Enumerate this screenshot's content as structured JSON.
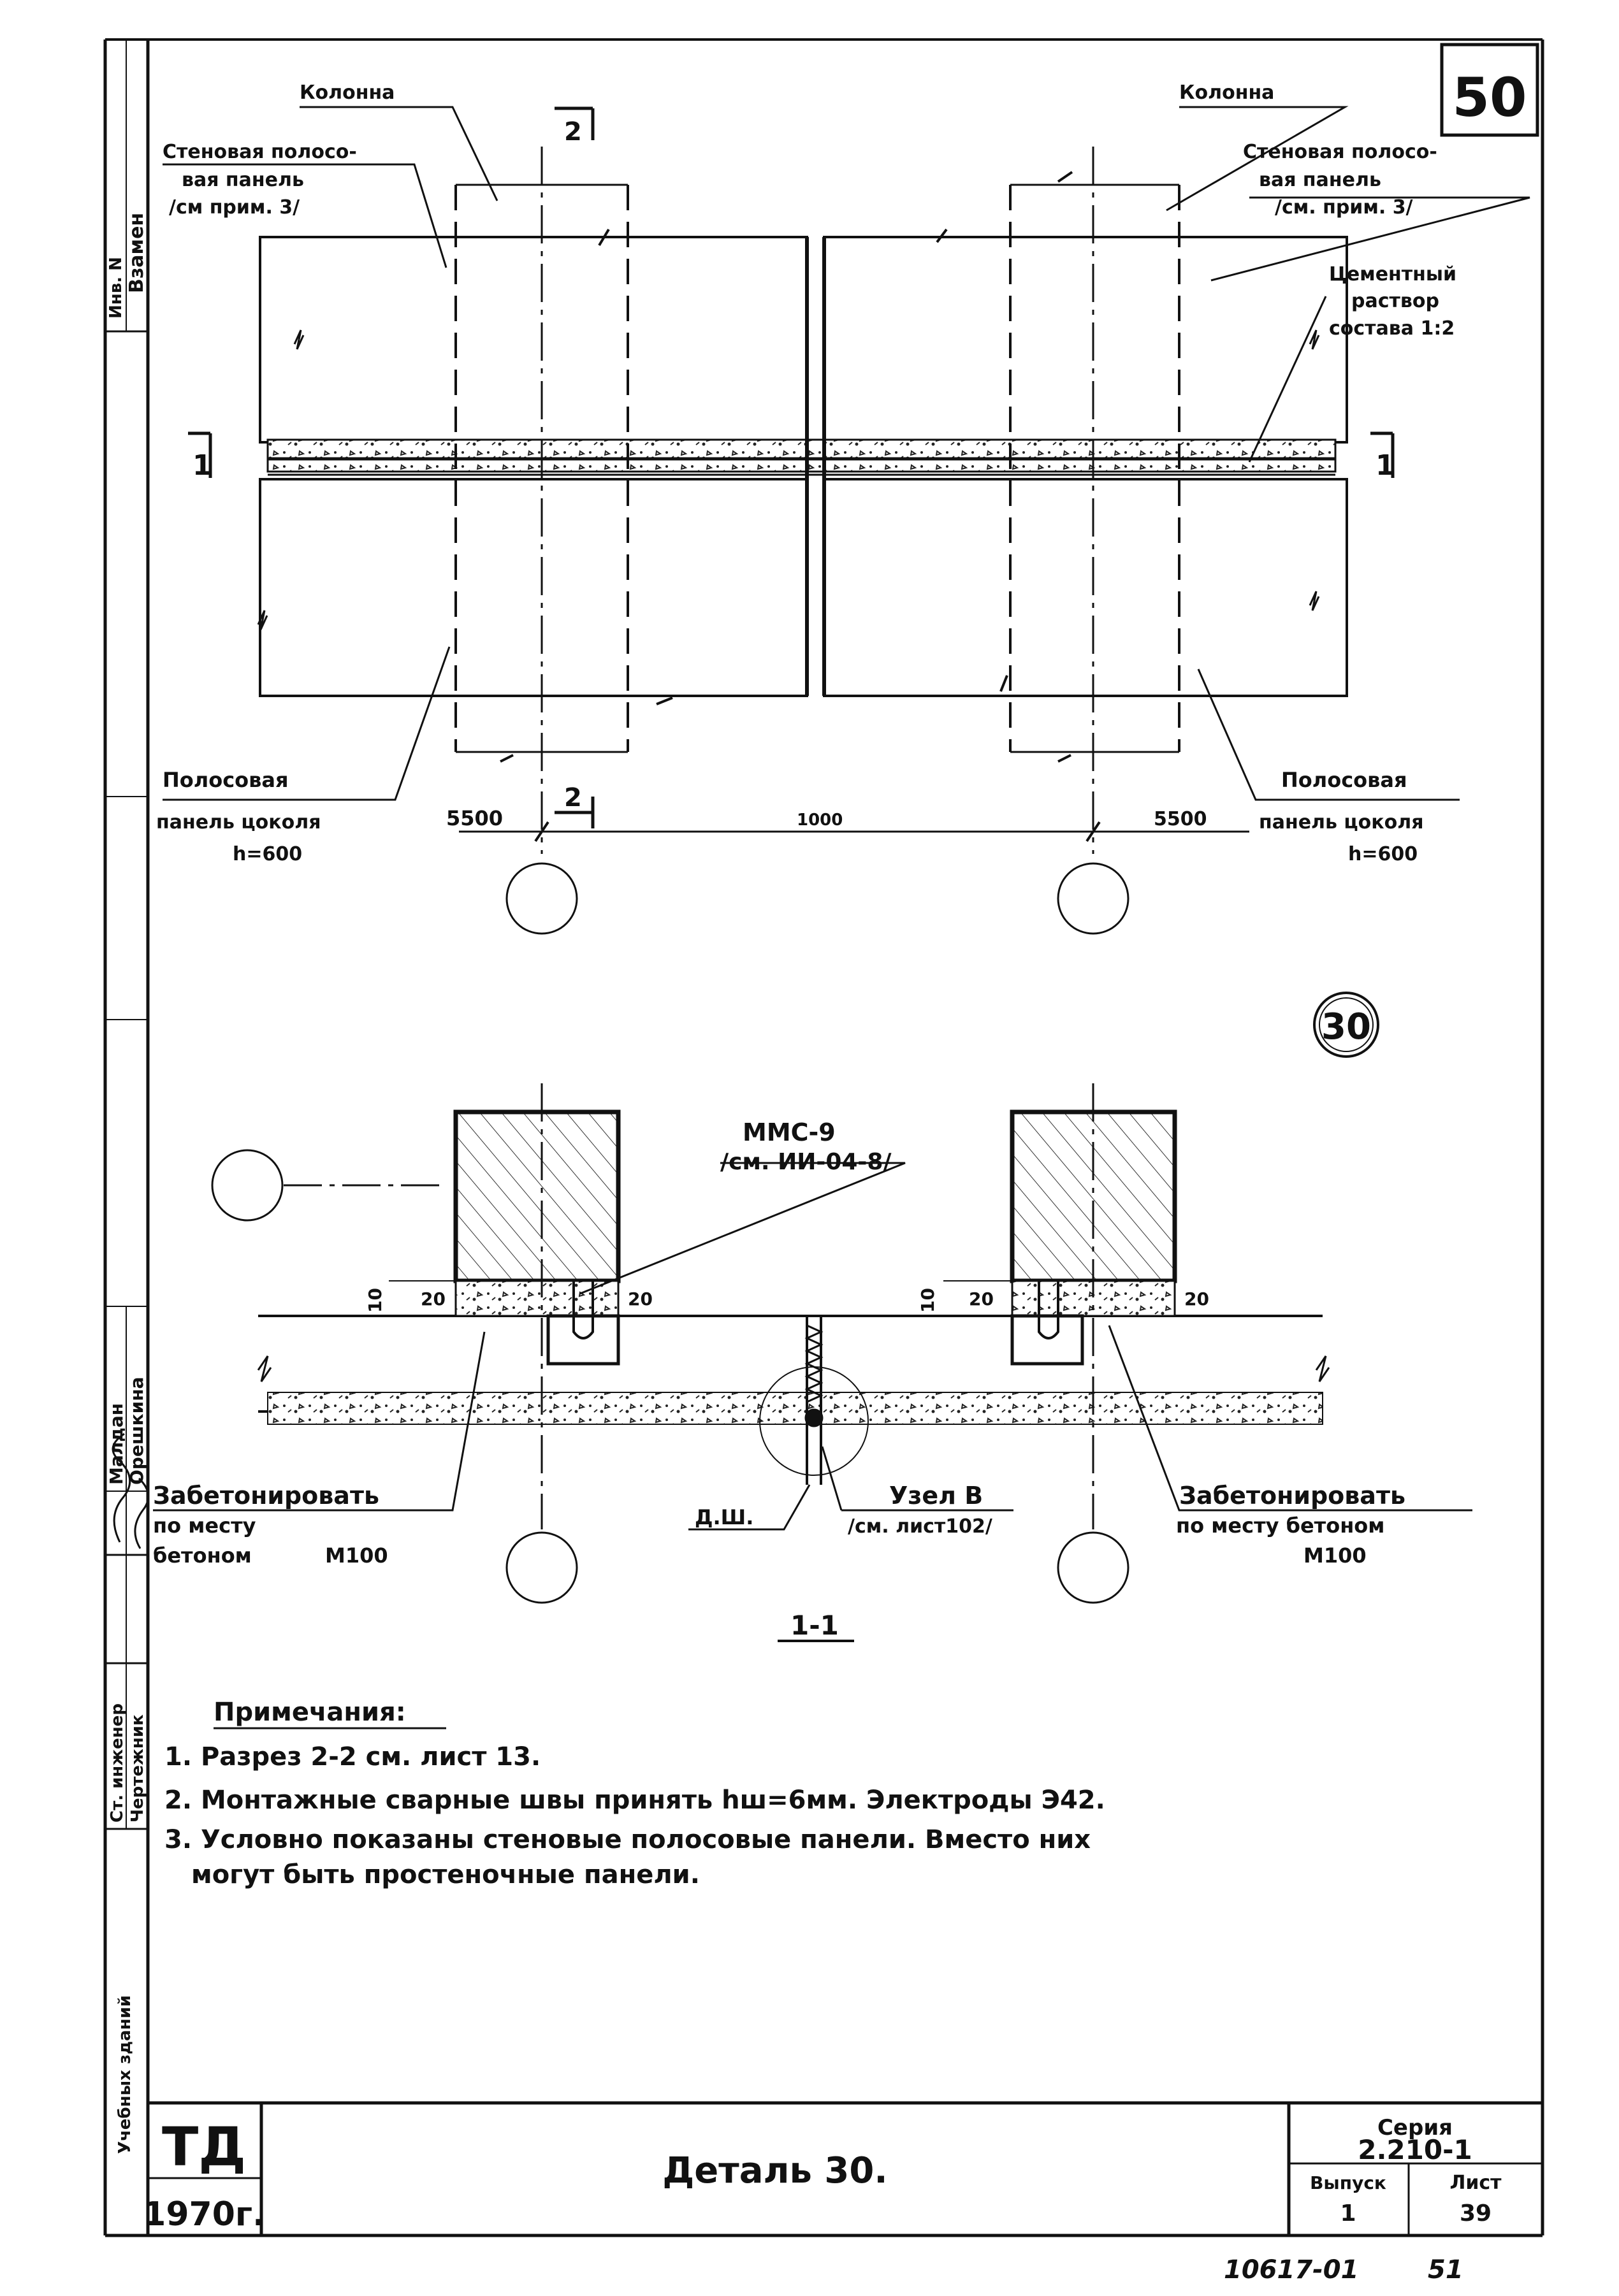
{
  "sheet_number": "50",
  "drawing": {
    "top_labels": {
      "column_left": "Колонна",
      "column_right": "Колонна",
      "wall_panel_left_l1": "Стеновая полосо-",
      "wall_panel_left_l2": "вая панель",
      "wall_panel_left_l3": "/см прим. 3/",
      "wall_panel_right_l1": "Стеновая полосо-",
      "wall_panel_right_l2": "вая панель",
      "wall_panel_right_l3": "/см. прим. 3/",
      "mortar_l1": "Цементный",
      "mortar_l2": "раствор",
      "mortar_l3": "состава 1:2",
      "plinth_left_l1": "Полосовая",
      "plinth_left_l2": "панель цоколя",
      "plinth_left_l3": "h=600",
      "plinth_right_l1": "Полосовая",
      "plinth_right_l2": "панель цоколя",
      "plinth_right_l3": "h=600",
      "section_2_top": "2",
      "section_2_bottom": "2",
      "section_1_left": "1",
      "section_1_right": "1",
      "dim_left": "5500",
      "dim_mid": "1000",
      "dim_right": "5500"
    },
    "section": {
      "detail_mark": "30",
      "embed_l1": "ММС-9",
      "embed_l2": "/см. ИИ-04-8/",
      "dim_10_left": "10",
      "dim_20_a": "20",
      "dim_20_b": "20",
      "dim_10_right": "10",
      "dim_20_c": "20",
      "dim_20_d": "20",
      "concrete_left_l1": "Забетонировать",
      "concrete_left_l2": "по месту",
      "concrete_left_l3": "бетоном",
      "concrete_left_l4": "М100",
      "concrete_right_l1": "Забетонировать",
      "concrete_right_l2": "по месту бетоном",
      "concrete_right_l3": "М100",
      "node_l1": "Узел В",
      "node_l2": "/см. лист102/",
      "joint_label": "Д.Ш.",
      "section_title": "1-1"
    }
  },
  "notes": {
    "heading": "Примечания:",
    "items": [
      "1. Разрез 2-2 см. лист 13.",
      "2. Монтажные сварные швы принять hш=6мм. Электроды Э42.",
      "3. Условно показаны стеновые полосовые панели. Вместо них",
      "могут быть простеночные панели."
    ]
  },
  "left_margin": {
    "inv_label": "Инв. N",
    "vzamen": "Взамен",
    "eng_role": "Ст. инженер",
    "eng_name": "Малдан",
    "draft_role": "Чертежник",
    "draft_name": "Орешкина",
    "building_type": "Учебных зданий"
  },
  "title_block": {
    "org_stamp": "ТД",
    "year": "1970г.",
    "title": "Деталь 30.",
    "series_label": "Серия",
    "series_value": "2.210-1",
    "issue_label": "Выпуск",
    "issue_value": "1",
    "sheet_label": "Лист",
    "sheet_value": "39"
  },
  "footer": {
    "doc_code": "10617-01",
    "page": "51"
  }
}
